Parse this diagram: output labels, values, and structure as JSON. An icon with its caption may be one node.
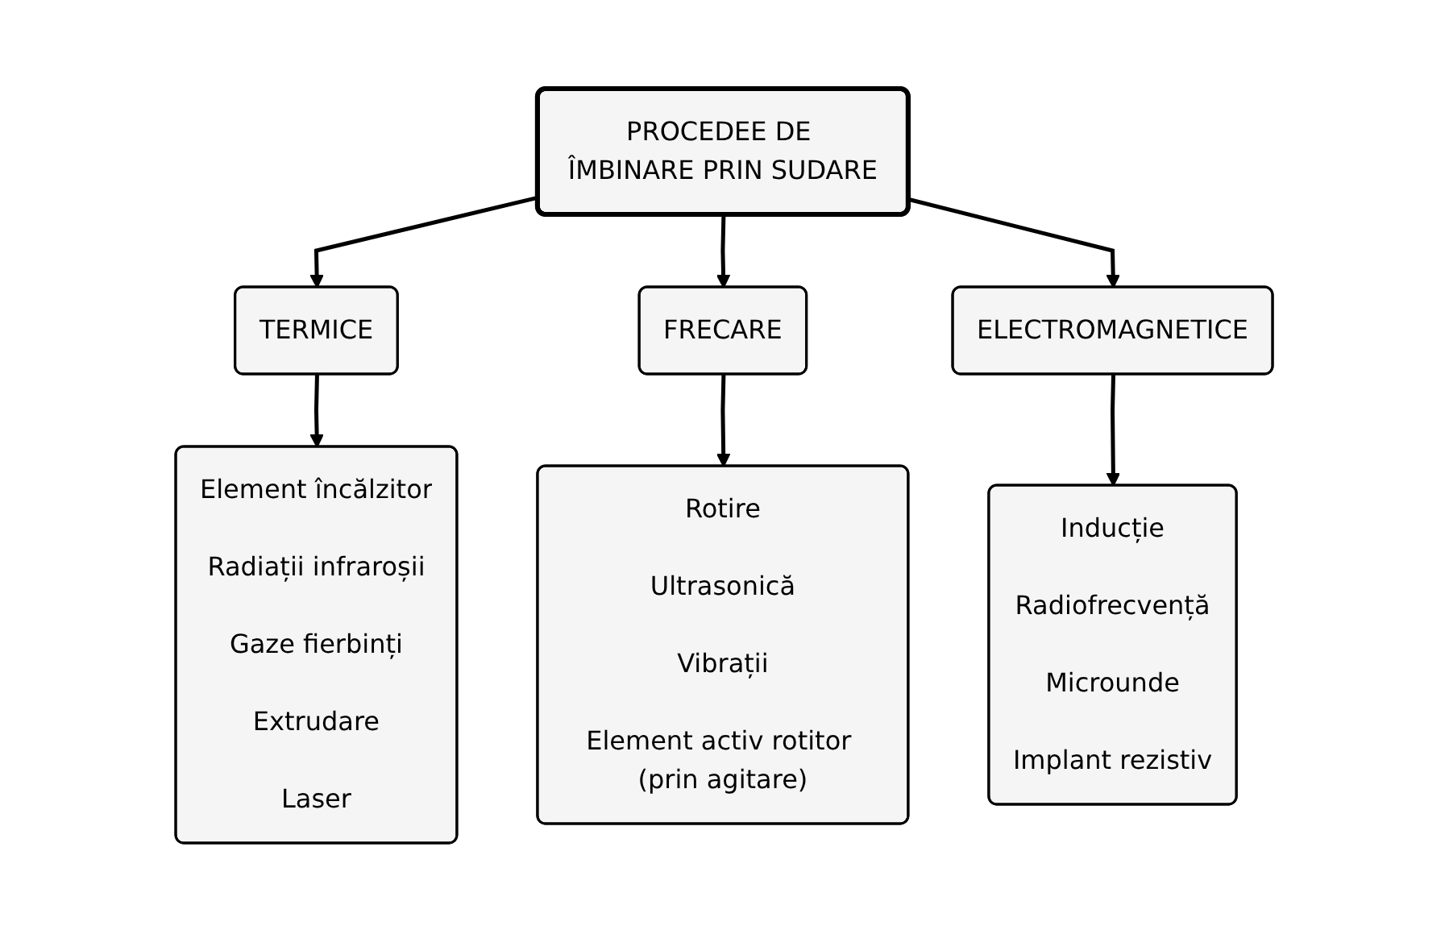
{
  "diagram": {
    "nodes": [
      {
        "text": [
          "PROCEDEE DE ÎMBINARE PRIN SUDARE"
        ]
      },
      {
        "text": [
          "TERMICE"
        ]
      },
      {
        "text": [
          "FRECARE"
        ]
      },
      {
        "text": [
          "ELECTROMAGNETICE"
        ]
      },
      {
        "text": [
          "Element încălzitor",
          "Radiații infraroșii",
          "Gaze fierbinți",
          "Extrudare",
          "Laser"
        ]
      },
      {
        "text": [
          "Rotire",
          "Ultrasonică",
          "Vibrații",
          "Element activ rotitor (prin agitare)"
        ]
      },
      {
        "text": [
          "Inducție",
          "Radiofrecvență",
          "Microunde",
          "Implant rezistiv"
        ]
      }
    ],
    "edges": [
      {
        "from": 0,
        "to": 1,
        "arrow": "to"
      },
      {
        "from": 0,
        "to": 2,
        "arrow": "to"
      },
      {
        "from": 0,
        "to": 3,
        "arrow": "to"
      },
      {
        "from": 1,
        "to": 4,
        "arrow": "to"
      },
      {
        "from": 2,
        "to": 5,
        "arrow": "to"
      },
      {
        "from": 3,
        "to": 6,
        "arrow": "to"
      }
    ]
  }
}
